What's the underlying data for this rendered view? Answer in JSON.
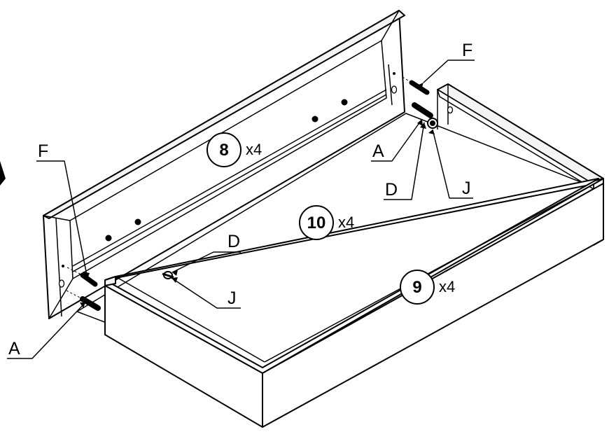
{
  "parts": {
    "p8": {
      "number": "8",
      "qty": "x4"
    },
    "p9": {
      "number": "9",
      "qty": "x4"
    },
    "p10": {
      "number": "10",
      "qty": "x4"
    }
  },
  "callouts": {
    "f_top_right": "F",
    "a_top_right": "A",
    "d_top_right": "D",
    "j_top_right": "J",
    "f_left": "F",
    "a_left": "A",
    "d_middle": "D",
    "j_middle": "J"
  },
  "colors": {
    "line": "#000000",
    "fill": "#ffffff",
    "panel_shade": "#f4f4f4"
  }
}
